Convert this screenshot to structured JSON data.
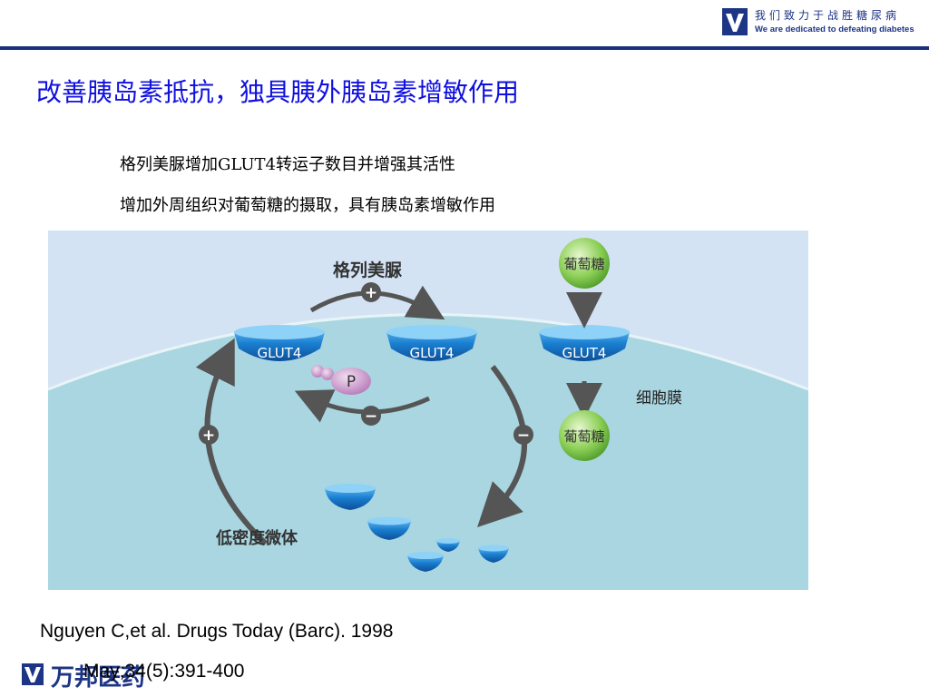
{
  "header": {
    "slogan_cn": "我们致力于战胜糖尿病",
    "slogan_en": "We are dedicated to defeating diabetes"
  },
  "title": "改善胰岛素抵抗，独具胰外胰岛素增敏作用",
  "points": [
    "格列美脲增加GLUT4转运子数目并增强其活性",
    "增加外周组织对葡萄糖的摄取，具有胰岛素增敏作用"
  ],
  "diagram": {
    "drug_label": "格列美脲",
    "transporter_label": "GLUT4",
    "phosphate_label": "P",
    "glucose_label": "葡萄糖",
    "membrane_label": "细胞膜",
    "microsome_label": "低密度微体",
    "plus_sign": "+",
    "minus_sign": "−",
    "colors": {
      "extracellular": "#d4e3f4",
      "cytoplasm": "#a9d6e0",
      "transporter": "#1a7fd0",
      "glucose": "#7cc44a",
      "phosphate": "#c890c8",
      "arrow": "#555555"
    }
  },
  "citation": {
    "line1": "Nguyen C,et al. Drugs Today (Barc). 1998",
    "line2": "May;34(5):391-400"
  },
  "footer": {
    "company": "万邦医药"
  }
}
